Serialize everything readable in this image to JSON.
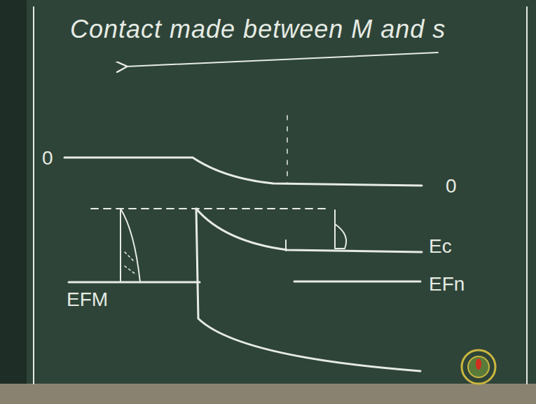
{
  "diagram": {
    "title": "Contact made between M and s",
    "labels": [
      "0",
      "0",
      "Ec",
      "EFn",
      "EFM"
    ]
  }
}
